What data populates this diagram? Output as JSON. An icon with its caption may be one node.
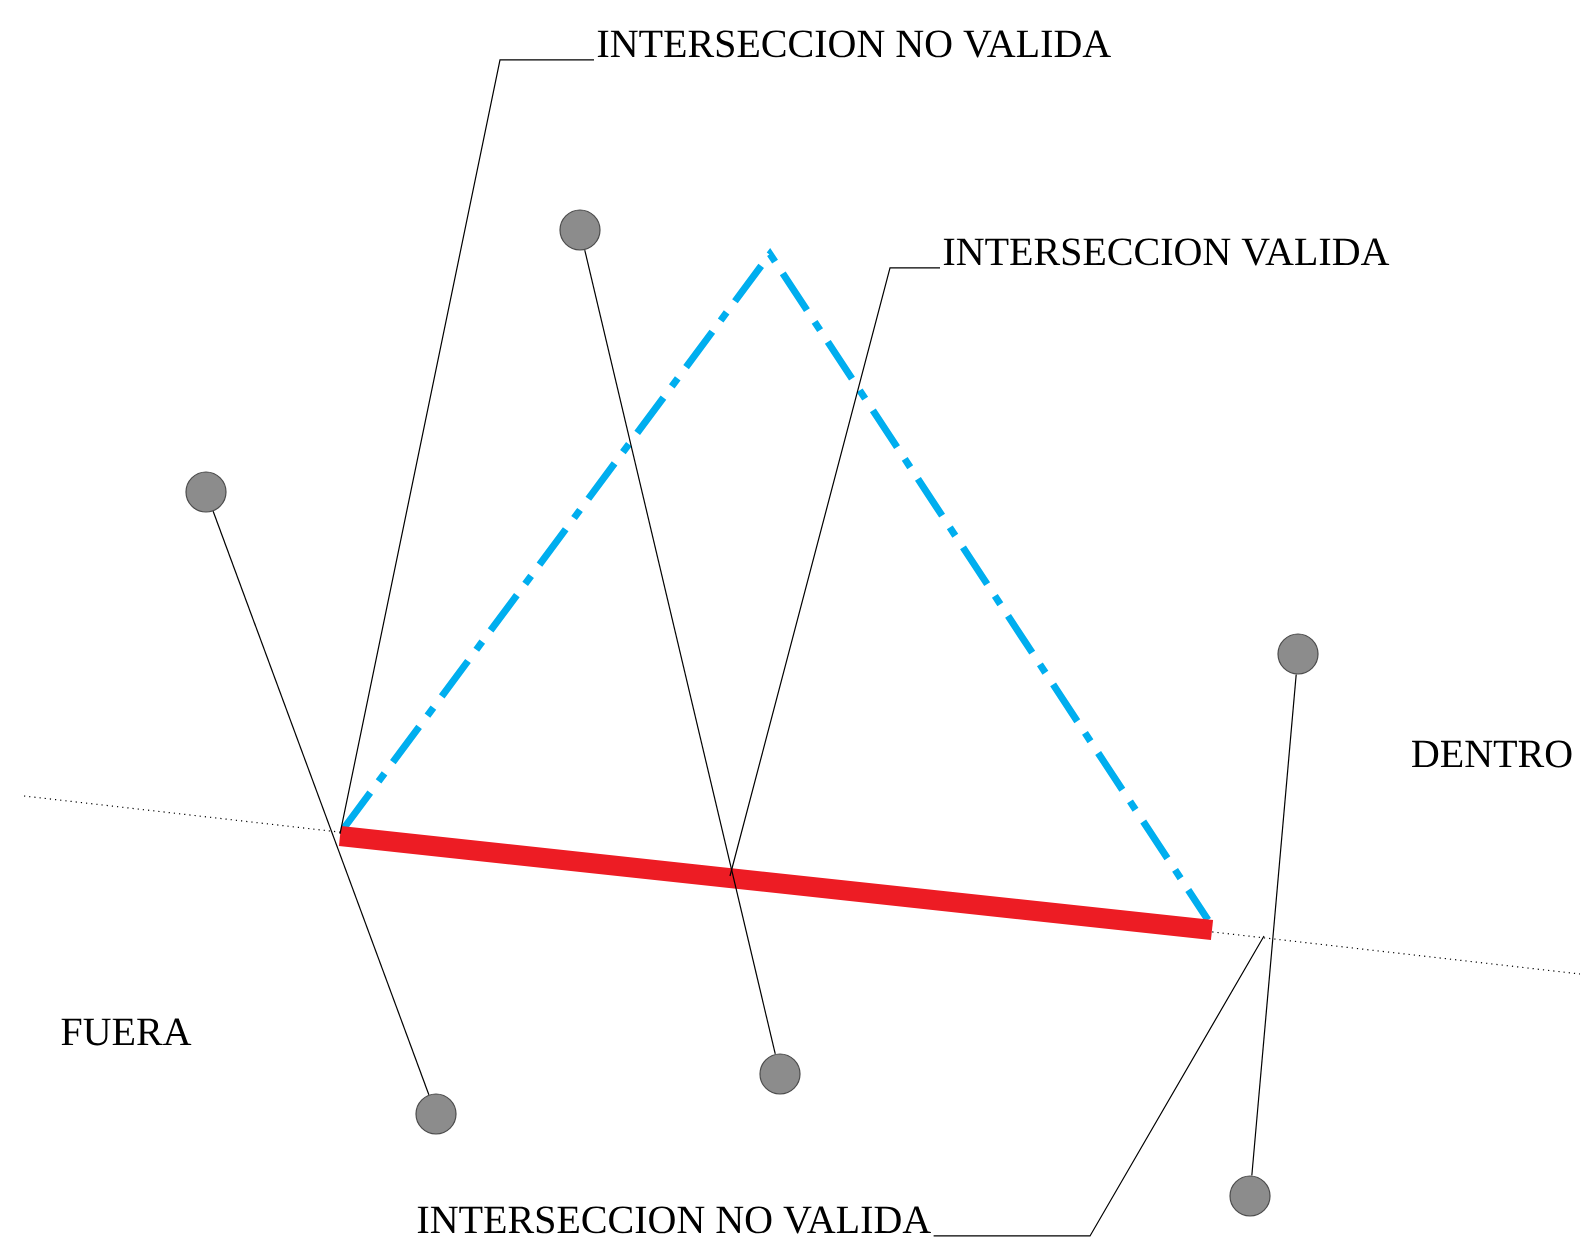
{
  "diagram": {
    "nodes": [
      {
        "text": [
          "INTERSECCION NO VALIDA"
        ]
      },
      {
        "text": [
          "INTERSECCION VALIDA"
        ]
      },
      {
        "text": [
          "INTERSECCION NO VALIDA"
        ]
      },
      {
        "text": [],
        "shape": "circle"
      },
      {
        "text": [],
        "shape": "circle"
      },
      {
        "text": [],
        "shape": "circle"
      },
      {
        "text": [],
        "shape": "circle"
      },
      {
        "text": [],
        "shape": "circle"
      },
      {
        "text": [],
        "shape": "circle"
      }
    ],
    "edges": [
      {
        "from": 0,
        "to": null,
        "arrow": "none"
      },
      {
        "from": 1,
        "to": null,
        "arrow": "none"
      },
      {
        "from": 2,
        "to": null,
        "arrow": "none"
      },
      {
        "from": 3,
        "to": 6,
        "arrow": "none"
      },
      {
        "from": 4,
        "to": 7,
        "arrow": "none"
      },
      {
        "from": 5,
        "to": 8,
        "arrow": "none"
      }
    ],
    "labels": [
      "DENTRO",
      "FUERA"
    ]
  }
}
